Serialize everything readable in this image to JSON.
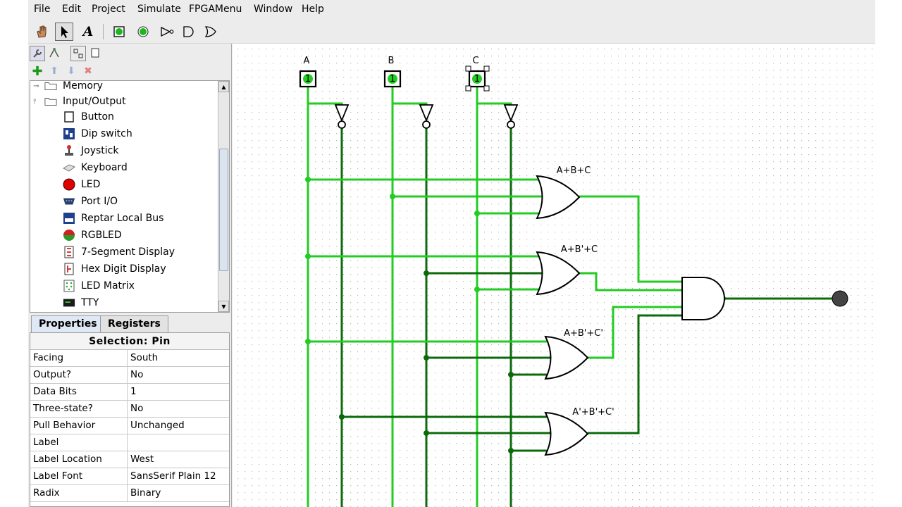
{
  "menubar": {
    "items": [
      "File",
      "Edit",
      "Project",
      "Simulate",
      "FPGAMenu",
      "Window",
      "Help"
    ]
  },
  "toolbar": {
    "tools": [
      "hand-poke-icon",
      "select-arrow-icon",
      "text-tool-icon",
      "input-pin-icon",
      "output-pin-icon",
      "not-gate-icon",
      "and-gate-icon",
      "or-gate-icon"
    ],
    "selected_tool": "select-arrow-icon"
  },
  "tree": {
    "folders": [
      {
        "label": "Memory"
      },
      {
        "label": "Input/Output"
      }
    ],
    "items": [
      {
        "label": "Button",
        "icon": "button-icon"
      },
      {
        "label": "Dip switch",
        "icon": "dip-switch-icon"
      },
      {
        "label": "Joystick",
        "icon": "joystick-icon"
      },
      {
        "label": "Keyboard",
        "icon": "keyboard-icon"
      },
      {
        "label": "LED",
        "icon": "led-icon"
      },
      {
        "label": "Port I/O",
        "icon": "port-io-icon"
      },
      {
        "label": "Reptar Local Bus",
        "icon": "bus-icon"
      },
      {
        "label": "RGBLED",
        "icon": "rgbled-icon"
      },
      {
        "label": "7-Segment Display",
        "icon": "seven-segment-icon"
      },
      {
        "label": "Hex Digit Display",
        "icon": "hex-digit-icon"
      },
      {
        "label": "LED Matrix",
        "icon": "led-matrix-icon"
      },
      {
        "label": "TTY",
        "icon": "tty-icon"
      }
    ]
  },
  "tabs": {
    "properties": "Properties",
    "registers": "Registers"
  },
  "properties": {
    "title": "Selection: Pin",
    "rows": [
      {
        "key": "Facing",
        "value": "South"
      },
      {
        "key": "Output?",
        "value": "No"
      },
      {
        "key": "Data Bits",
        "value": "1"
      },
      {
        "key": "Three-state?",
        "value": "No"
      },
      {
        "key": "Pull Behavior",
        "value": "Unchanged"
      },
      {
        "key": "Label",
        "value": ""
      },
      {
        "key": "Label Location",
        "value": "West"
      },
      {
        "key": "Label Font",
        "value": "SansSerif Plain 12"
      },
      {
        "key": "Radix",
        "value": "Binary"
      }
    ]
  },
  "circuit": {
    "input_labels": [
      "A",
      "B",
      "C"
    ],
    "input_values": [
      "1",
      "1",
      "1"
    ],
    "gate_labels": [
      "A+B+C",
      "A+B'+C",
      "A+B'+C'",
      "A'+B'+C'"
    ],
    "colors": {
      "wire_true": "#22cc22",
      "wire_false": "#0b6b0b",
      "grid_dot": "#b8b8b8",
      "output_pin": "#444444"
    }
  }
}
